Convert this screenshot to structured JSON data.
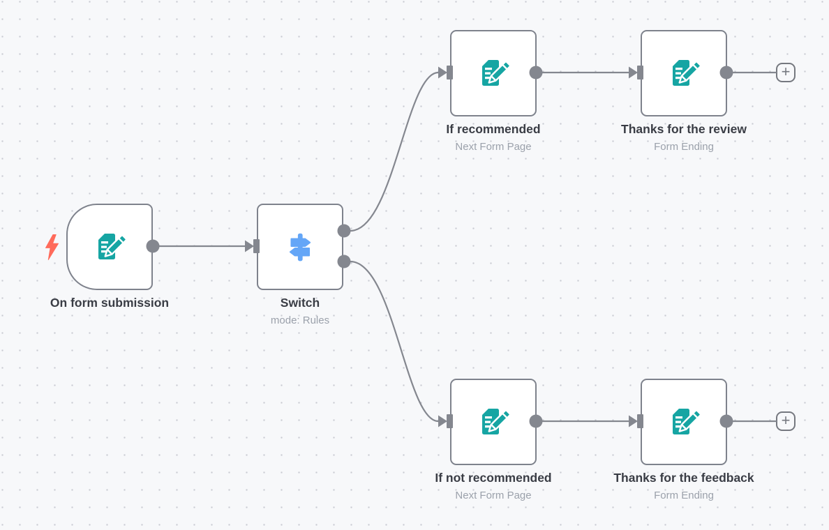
{
  "canvas": {
    "background": "#F7F8FA",
    "grid_dot_color": "#C8CAD1"
  },
  "colors": {
    "node_border": "#7E828C",
    "connector_gray": "#84878F",
    "form_icon_teal": "#16A5A3",
    "switch_icon_blue": "#64A6F7",
    "trigger_bolt_coral": "#FF6B5B",
    "title_text": "#3A3D45",
    "subtitle_text": "#9BA1AB"
  },
  "icons": {
    "plus_glyph": "+"
  },
  "nodes": {
    "trigger": {
      "label": "On form submission"
    },
    "switch": {
      "label": "Switch",
      "sublabel": "mode: Rules"
    },
    "if_recommended": {
      "label": "If recommended",
      "sublabel": "Next Form Page"
    },
    "thanks_review": {
      "label": "Thanks for the review",
      "sublabel": "Form Ending"
    },
    "if_not_recommended": {
      "label": "If not recommended",
      "sublabel": "Next Form Page"
    },
    "thanks_feedback": {
      "label": "Thanks for the feedback",
      "sublabel": "Form Ending"
    }
  },
  "connections": [
    {
      "from": "On form submission",
      "to": "Switch"
    },
    {
      "from": "Switch",
      "output": 0,
      "to": "If recommended"
    },
    {
      "from": "Switch",
      "output": 1,
      "to": "If not recommended"
    },
    {
      "from": "If recommended",
      "to": "Thanks for the review"
    },
    {
      "from": "If not recommended",
      "to": "Thanks for the feedback"
    }
  ]
}
